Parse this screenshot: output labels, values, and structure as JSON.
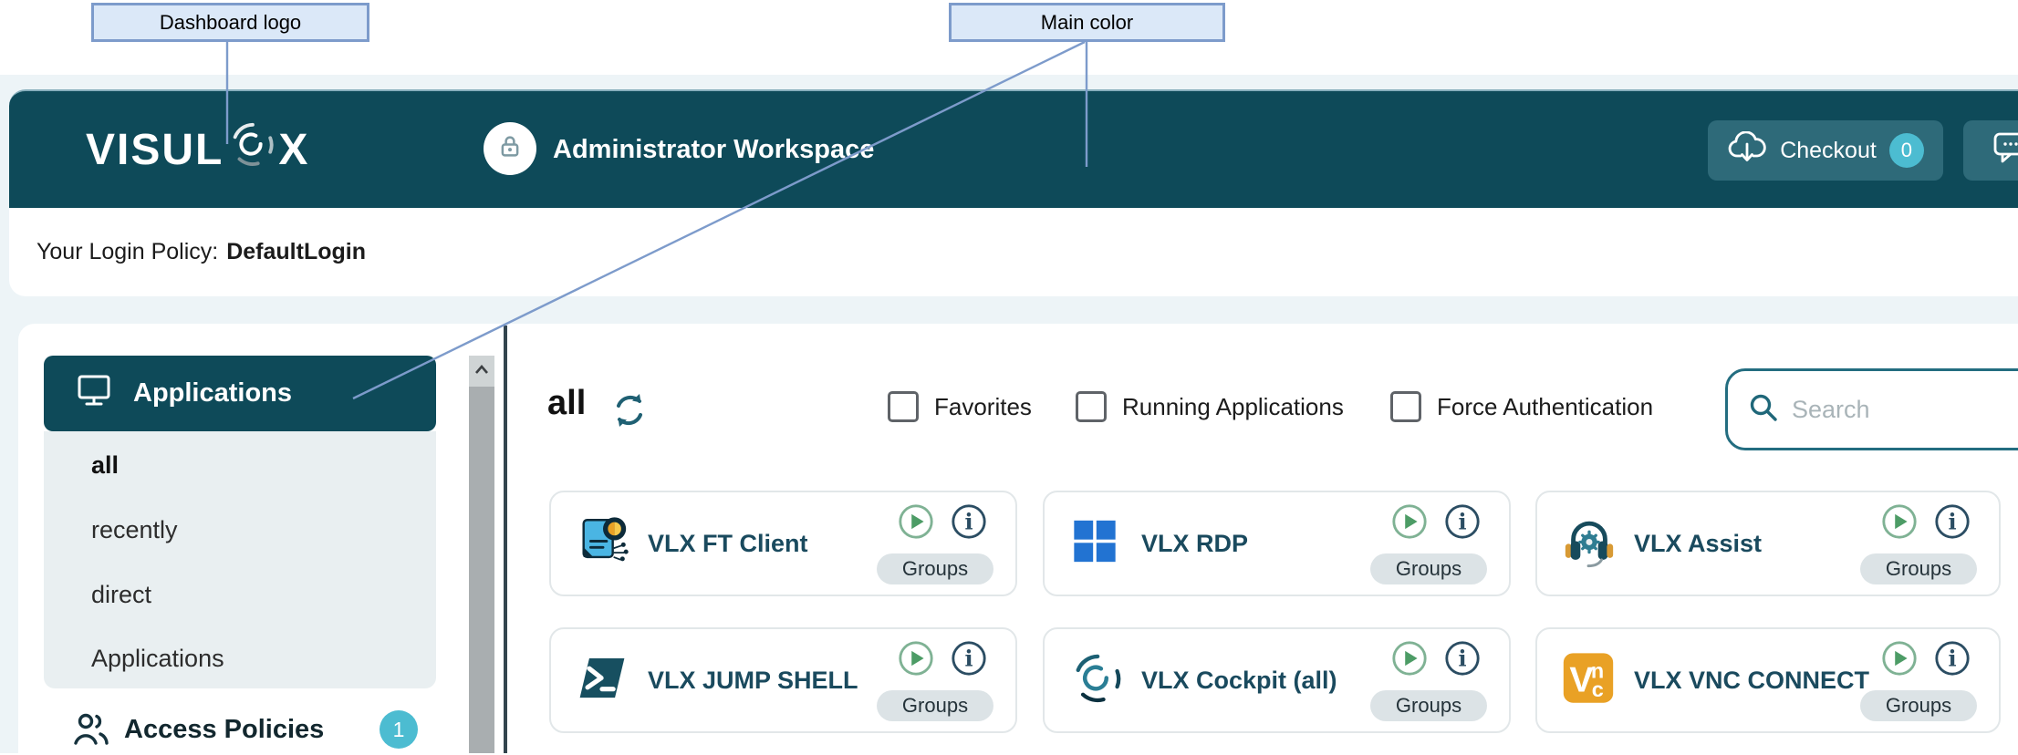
{
  "colors": {
    "main": "#0E4A59",
    "header_button": "#2E6A79",
    "accent_cyan": "#4CBCD1",
    "sidebar_panel": "#E9EFF1",
    "page_background": "#EDF4F7",
    "annotation_blue": "#7D9BCB",
    "card_title": "#1A4A5E",
    "play_green": "#4D9C66",
    "info_navy": "#2B4D63",
    "vnc_orange": "#E9A125",
    "windows_blue": "#2273D2"
  },
  "annotations": {
    "dashboard_logo": "Dashboard logo",
    "main_color": "Main color"
  },
  "header": {
    "logo_left": "VISUL",
    "logo_right": "X",
    "workspace_title": "Administrator Workspace",
    "checkout_label": "Checkout",
    "checkout_count": "0"
  },
  "login_policy": {
    "label": "Your Login Policy:",
    "value": "DefaultLogin"
  },
  "sidebar": {
    "header": "Applications",
    "items": [
      {
        "label": "all",
        "active": true
      },
      {
        "label": "recently",
        "active": false
      },
      {
        "label": "direct",
        "active": false
      },
      {
        "label": "Applications",
        "active": false
      }
    ],
    "access_policies": {
      "label": "Access Policies",
      "badge": "1"
    }
  },
  "toolbar": {
    "view_title": "all",
    "filters": [
      "Favorites",
      "Running Applications",
      "Force Authentication"
    ],
    "search_placeholder": "Search"
  },
  "apps": [
    {
      "name": "VLX FT Client",
      "icon": "file-transfer-icon",
      "groups_label": "Groups"
    },
    {
      "name": "VLX RDP",
      "icon": "windows-icon",
      "groups_label": "Groups"
    },
    {
      "name": "VLX Assist",
      "icon": "headset-icon",
      "groups_label": "Groups"
    },
    {
      "name": "VLX JUMP SHELL",
      "icon": "powershell-icon",
      "groups_label": "Groups"
    },
    {
      "name": "VLX Cockpit (all)",
      "icon": "cockpit-spiral-icon",
      "groups_label": "Groups"
    },
    {
      "name": "VLX VNC CONNECT",
      "icon": "vnc-icon",
      "groups_label": "Groups"
    }
  ],
  "icons": {
    "lock": "lock-icon",
    "monitor": "monitor-icon",
    "people": "people-icon",
    "cloud_download": "cloud-download-icon",
    "chat": "chat-icon",
    "refresh": "refresh-icon",
    "search": "search-icon",
    "play": "play-icon",
    "info": "info-icon",
    "scroll_up": "chevron-up-icon",
    "logo_spiral": "spiral-logo-icon"
  }
}
